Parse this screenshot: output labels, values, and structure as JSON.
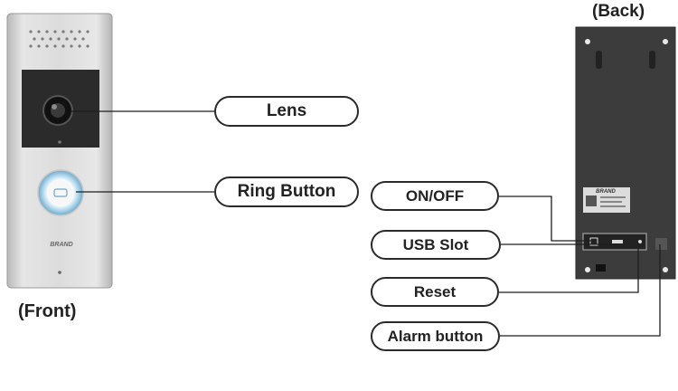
{
  "captions": {
    "back": "(Back)",
    "front": "(Front)"
  },
  "callouts": {
    "lens": "Lens",
    "ring_button": "Ring Button",
    "on_off": "ON/OFF",
    "usb_slot": "USB Slot",
    "reset": "Reset",
    "alarm_button": "Alarm button"
  },
  "device": {
    "front_brand": "BRAND",
    "back_label_brand": "BRAND"
  },
  "colors": {
    "front_body": "#d8d8d8",
    "camera_panel": "#2a2a2a",
    "back_plate": "#3e3e3e",
    "button_ring": "#8fc2df"
  }
}
